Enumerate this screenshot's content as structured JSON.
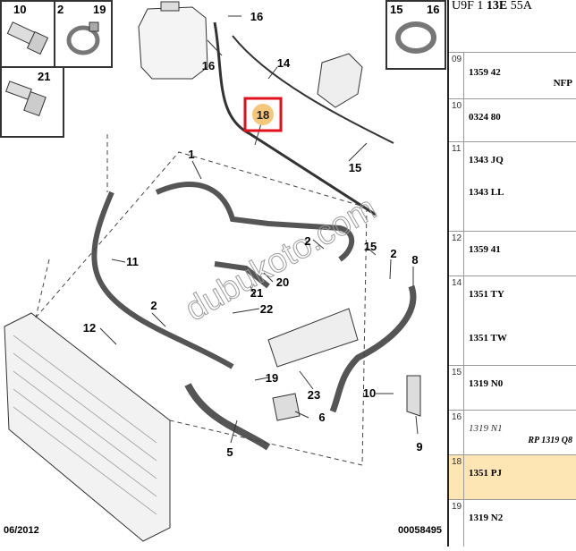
{
  "panel": {
    "header": {
      "prefix": "U9F 1 ",
      "bold": "13E",
      "suffix": " 55A"
    },
    "rows": [
      {
        "index": "09",
        "lines": [
          "1359 42"
        ],
        "note": "NFP"
      },
      {
        "index": "10",
        "lines": [
          "0324 80"
        ]
      },
      {
        "index": "11",
        "lines": [
          "1343 JQ",
          "1343 LL"
        ]
      },
      {
        "index": "12",
        "lines": [
          "1359 41"
        ]
      },
      {
        "index": "14",
        "lines": [
          "1351 TY",
          "1351 TW"
        ]
      },
      {
        "index": "15",
        "lines": [
          "1319 N0"
        ]
      },
      {
        "index": "16",
        "lines": [
          "1319 N1"
        ],
        "note": "RP 1319 Q8",
        "italic": true
      },
      {
        "index": "18",
        "lines": [
          "1351 PJ"
        ],
        "highlight": true
      },
      {
        "index": "19",
        "lines": [
          "1319 N2"
        ]
      }
    ]
  },
  "diagram": {
    "inset_boxes": [
      [
        "10",
        "2",
        "19"
      ],
      [
        "21"
      ],
      [
        "15",
        "16"
      ]
    ],
    "callouts": [
      "16",
      "16",
      "14",
      "18",
      "15",
      "1",
      "11",
      "2",
      "15",
      "2",
      "8",
      "20",
      "21",
      "22",
      "12",
      "2",
      "19",
      "23",
      "10",
      "6",
      "5",
      "9"
    ],
    "highlight_callout": "18",
    "date": "06/2012",
    "ref": "00058495",
    "watermark": "dubukoto.com",
    "colors": {
      "highlight_border": "#e0101c",
      "highlight_fill": "#f6c77a",
      "row_highlight": "#fde6b4"
    }
  }
}
